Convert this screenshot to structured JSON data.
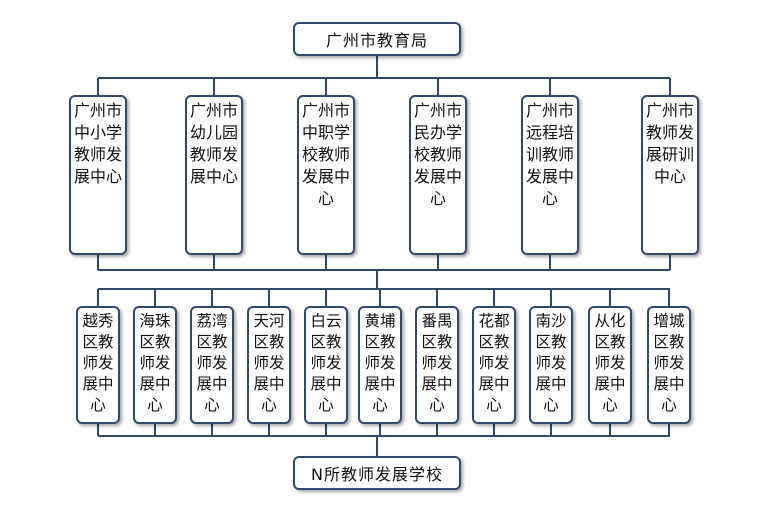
{
  "root": {
    "label": "广州市教育局"
  },
  "city_centers": [
    {
      "label": "广州市中小学教师发展中心"
    },
    {
      "label": "广州市幼儿园教师发展中心"
    },
    {
      "label": "广州市中职学校教师发展中心"
    },
    {
      "label": "广州市民办学校教师发展中心"
    },
    {
      "label": "广州市远程培训教师发展中心"
    },
    {
      "label": "广州市教师发展研训中心"
    }
  ],
  "district_centers": [
    {
      "label": "越秀区教师发展中心"
    },
    {
      "label": "海珠区教师发展中心"
    },
    {
      "label": "荔湾区教师发展中心"
    },
    {
      "label": "天河区教师发展中心"
    },
    {
      "label": "白云区教师发展中心"
    },
    {
      "label": "黄埔区教师发展中心"
    },
    {
      "label": "番禺区教师发展中心"
    },
    {
      "label": "花都区教师发展中心"
    },
    {
      "label": "南沙区教师发展中心"
    },
    {
      "label": "从化区教师发展中心"
    },
    {
      "label": "增城区教师发展中心"
    }
  ],
  "schools": {
    "label": "N所教师发展学校"
  },
  "colors": {
    "border": "#2f4a6e",
    "line": "#2f4a6e",
    "background": "#ffffff"
  }
}
